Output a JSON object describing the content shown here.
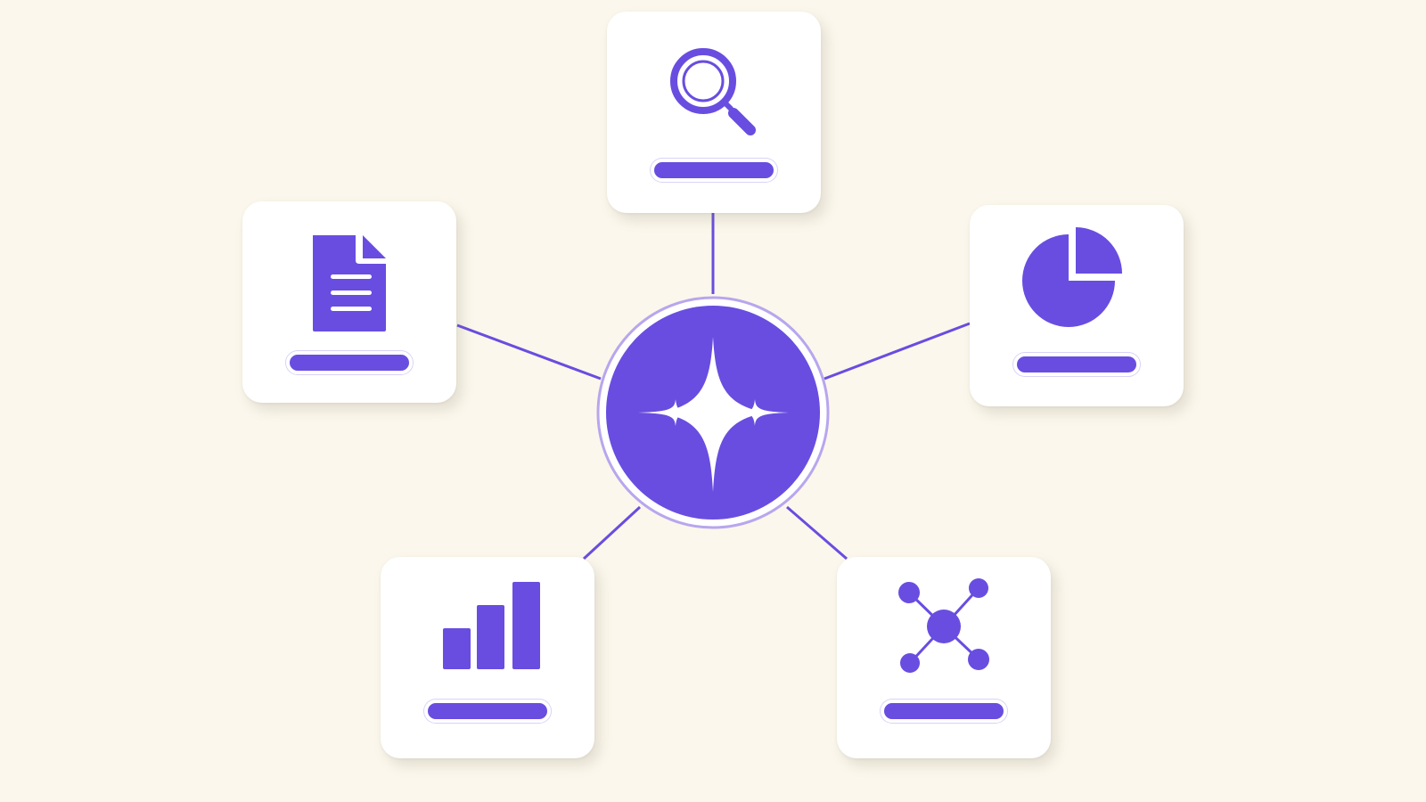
{
  "colors": {
    "background": "#FBF7EC",
    "accent": "#694DE0",
    "ring": "#B8A6EE",
    "card": "#FFFFFF"
  },
  "hub": {
    "icon": "sparkle-icon"
  },
  "nodes": [
    {
      "id": "search",
      "icon": "magnifier-icon",
      "label": ""
    },
    {
      "id": "document",
      "icon": "document-icon",
      "label": ""
    },
    {
      "id": "piechart",
      "icon": "pie-chart-icon",
      "label": ""
    },
    {
      "id": "barchart",
      "icon": "bar-chart-icon",
      "label": ""
    },
    {
      "id": "network",
      "icon": "network-graph-icon",
      "label": ""
    }
  ]
}
